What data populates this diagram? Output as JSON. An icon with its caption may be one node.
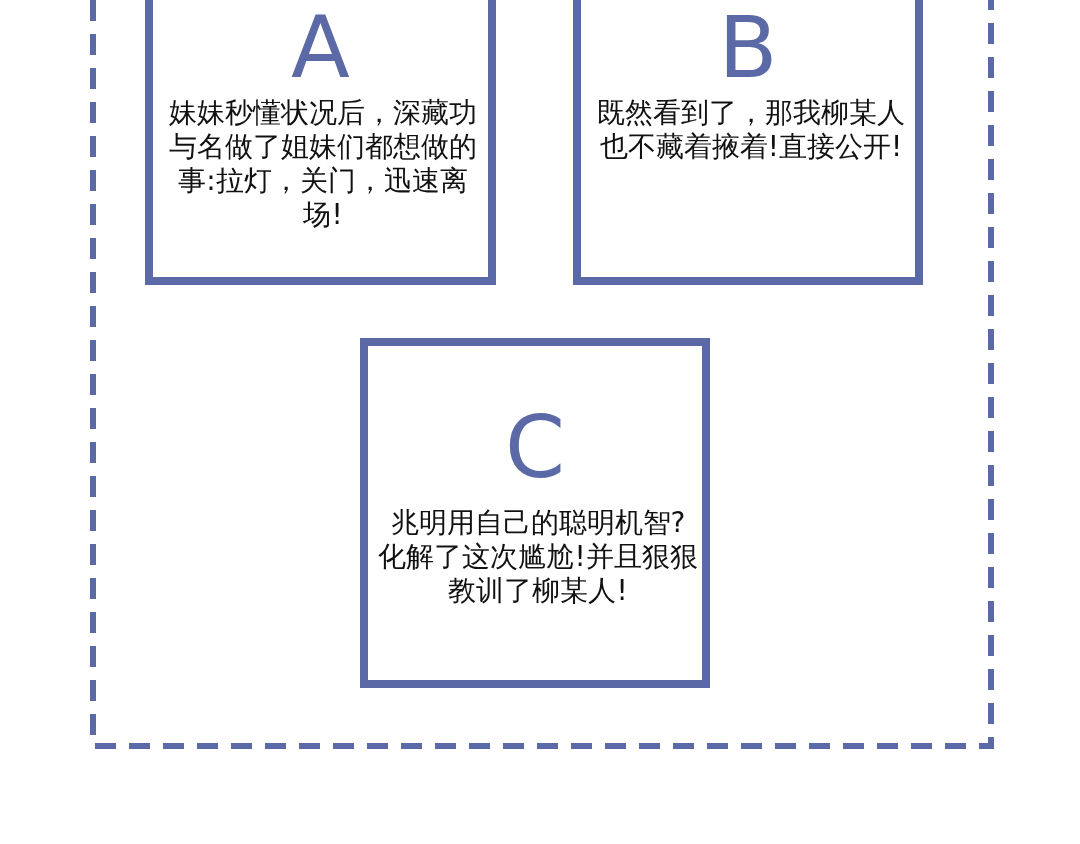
{
  "diagram": {
    "nodes": [
      {
        "text": [],
        "shape": "box"
      },
      {
        "text": [
          "A",
          "妹妹秒懂状况后，深藏功与名做了姐妹们都想做的事:拉灯，关门，迅速离场!"
        ],
        "in": 0
      },
      {
        "text": [
          "B",
          "既然看到了，那我柳某人也不藏着掖着!直接公开!"
        ],
        "in": 0
      },
      {
        "text": [
          "C",
          "兆明用自己的聪明机智?化解了这次尴尬!并且狠狠教训了柳某人!"
        ],
        "in": 0
      }
    ]
  }
}
